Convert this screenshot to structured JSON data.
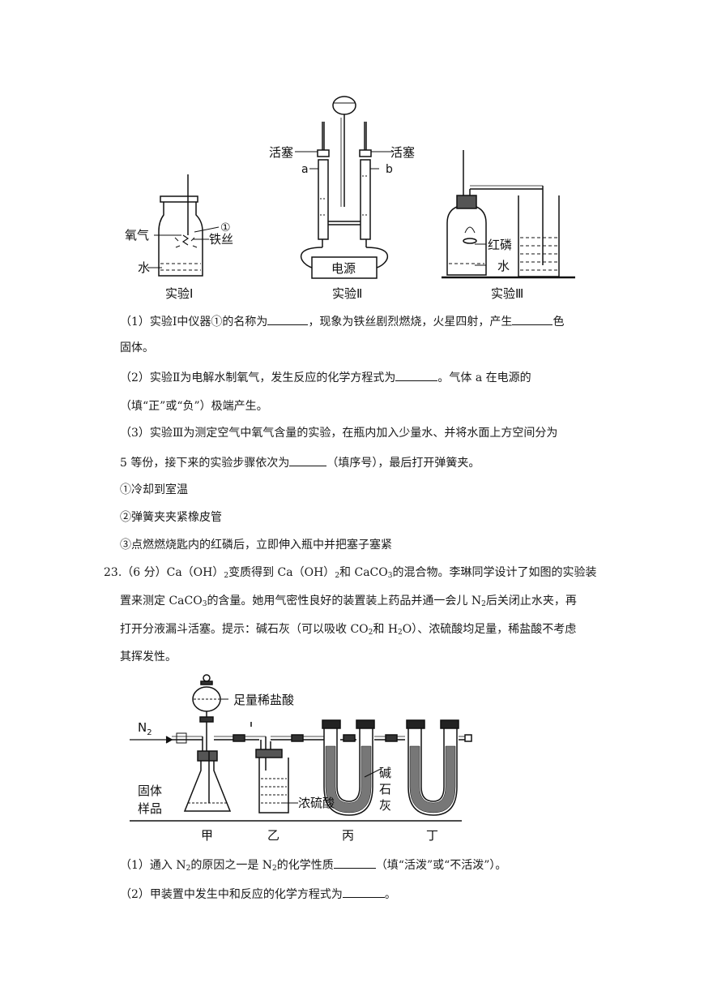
{
  "figure1": {
    "exp1_caption": "实验Ⅰ",
    "exp2_caption": "实验Ⅱ",
    "exp3_caption": "实验Ⅲ",
    "label_oxygen": "氧气",
    "label_water1": "水",
    "label_circle1": "①",
    "label_iron_wire": "铁丝",
    "label_stopcock_left": "活塞",
    "label_stopcock_right": "活塞",
    "label_a": "a",
    "label_b": "b",
    "label_power": "电源",
    "label_red_phosphorus": "红磷",
    "label_water3": "水"
  },
  "q22": {
    "p1_a": "（1）实验Ⅰ中仪器①的名称为",
    "p1_b": "，现象为铁丝剧烈燃烧，火星四射，产生",
    "p1_c": "色",
    "p1_d": "固体。",
    "p2_a": "（2）实验Ⅱ为电解水制氧气，发生反应的化学方程式为",
    "p2_b": "。气体 a 在电源的",
    "p2_c": "（填“正”或“负”）极端产生。",
    "p3_a": "（3）实验Ⅲ为测定空气中氧气含量的实验，在瓶内加入少量水、并将水面上方空间分为",
    "p3_b": "5 等份，接下来的实验步骤依次为",
    "p3_c": "（填序号），最后打开弹簧夹。",
    "step1": "①冷却到室温",
    "step2": "②弹簧夹夹紧橡皮管",
    "step3": "③点燃燃烧匙内的红磷后，立即伸入瓶中并把塞子塞紧"
  },
  "q23": {
    "l1_a": "23.（6 分）Ca（OH）",
    "l1_sub1": "2",
    "l1_b": "变质得到 Ca（OH）",
    "l1_sub2": "2",
    "l1_c": "和 CaCO",
    "l1_sub3": "3",
    "l1_d": "的混合物。李琳同学设计了如图的实验装",
    "l2_a": "置来测定 CaCO",
    "l2_sub1": "3",
    "l2_b": "的含量。她用气密性良好的装置装上药品并通一会儿 N",
    "l2_sub2": "2",
    "l2_c": "后关闭止水夹，再",
    "l3_a": "打开分液漏斗活塞。提示：碱石灰（可以吸收 CO",
    "l3_sub1": "2",
    "l3_b": "和 H",
    "l3_sub2": "2",
    "l3_c": "O）、浓硫酸均足量，稀盐酸不考虑",
    "l4": "其挥发性。"
  },
  "figure2": {
    "label_acid": "足量稀盐酸",
    "label_n2": "N",
    "label_n2_sub": "2",
    "label_solid": "固体",
    "label_sample": "样品",
    "label_h2so4": "浓硫酸",
    "label_soda1": "碱",
    "label_soda2": "石",
    "label_soda3": "灰",
    "cap_jia": "甲",
    "cap_yi": "乙",
    "cap_bing": "丙",
    "cap_ding": "丁"
  },
  "q23_sub": {
    "s1_a": "（1）通入 N",
    "s1_sub1": "2",
    "s1_b": "的原因之一是 N",
    "s1_sub2": "2",
    "s1_c": "的化学性质",
    "s1_d": "（填“活泼”或“不活泼”）。",
    "s2_a": "（2）甲装置中发生中和反应的化学方程式为",
    "s2_b": "。"
  }
}
